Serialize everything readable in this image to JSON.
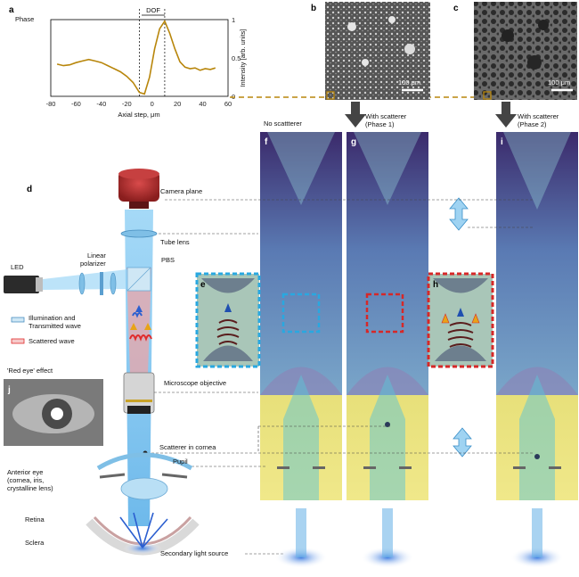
{
  "panels": {
    "a": "a",
    "b": "b",
    "c": "c",
    "d": "d",
    "e": "e",
    "f": "f",
    "g": "g",
    "h": "h",
    "i": "i",
    "j": "j"
  },
  "plot_a": {
    "title": "Phase",
    "dof_label": "DOF",
    "xlabel": "Axial step, μm",
    "ylabel": "Intensity [arb. units]",
    "xticks": [
      "-80",
      "-60",
      "-40",
      "-20",
      "0",
      "20",
      "40",
      "60"
    ],
    "yticks": [
      "0",
      "0.5",
      "1"
    ]
  },
  "chart_data": {
    "type": "line",
    "title": "Phase",
    "xlabel": "Axial step, μm",
    "ylabel": "Intensity [arb. units]",
    "xlim": [
      -80,
      60
    ],
    "ylim": [
      0,
      1
    ],
    "dof_lines_x": [
      -10,
      10
    ],
    "series": [
      {
        "color": "#b8860b",
        "x": [
          -75,
          -70,
          -65,
          -60,
          -55,
          -50,
          -45,
          -40,
          -35,
          -30,
          -25,
          -20,
          -15,
          -10,
          -6,
          -2,
          2,
          6,
          10,
          14,
          18,
          22,
          26,
          30,
          34,
          38,
          42,
          46,
          50
        ],
        "y": [
          0.42,
          0.4,
          0.41,
          0.44,
          0.46,
          0.48,
          0.46,
          0.44,
          0.4,
          0.36,
          0.32,
          0.26,
          0.18,
          0.05,
          0.03,
          0.25,
          0.62,
          0.88,
          0.98,
          0.82,
          0.62,
          0.45,
          0.38,
          0.36,
          0.37,
          0.34,
          0.36,
          0.35,
          0.37
        ]
      }
    ]
  },
  "image_b": {
    "scalebar": "100 μm"
  },
  "image_c": {
    "scalebar": "100 μm"
  },
  "columns": {
    "f": "No scattterer",
    "g_line1": "With scatterer",
    "g_line2": "(Phase 1)",
    "i_line1": "With scatterer",
    "i_line2": "(Phase 2)"
  },
  "schematic": {
    "camera_plane": "Camera plane",
    "tube_lens": "Tube lens",
    "pbs": "PBS",
    "led": "LED",
    "linear_polarizer_1": "Linear",
    "linear_polarizer_2": "polarizer",
    "microscope_objective": "Microscope objective",
    "scatterer_in_cornea": "Scatterer in cornea",
    "pupil": "Pupil",
    "anterior_eye_1": "Anterior eye",
    "anterior_eye_2": "(cornea, iris,",
    "anterior_eye_3": "crystalline lens)",
    "retina": "Retina",
    "sclera": "Sclera",
    "secondary_light_source": "Secondary light source"
  },
  "legend": {
    "illum_1": "Illumination and",
    "illum_2": "Transmitted wave",
    "scattered": "Scattered wave",
    "illum_color": "#6fb6e8",
    "scattered_color": "#e86a6a"
  },
  "red_eye": "'Red eye' effect",
  "colors": {
    "dashed_gold": "#b8860b",
    "inset_blue": "#29a8e0",
    "inset_red": "#d62828"
  }
}
